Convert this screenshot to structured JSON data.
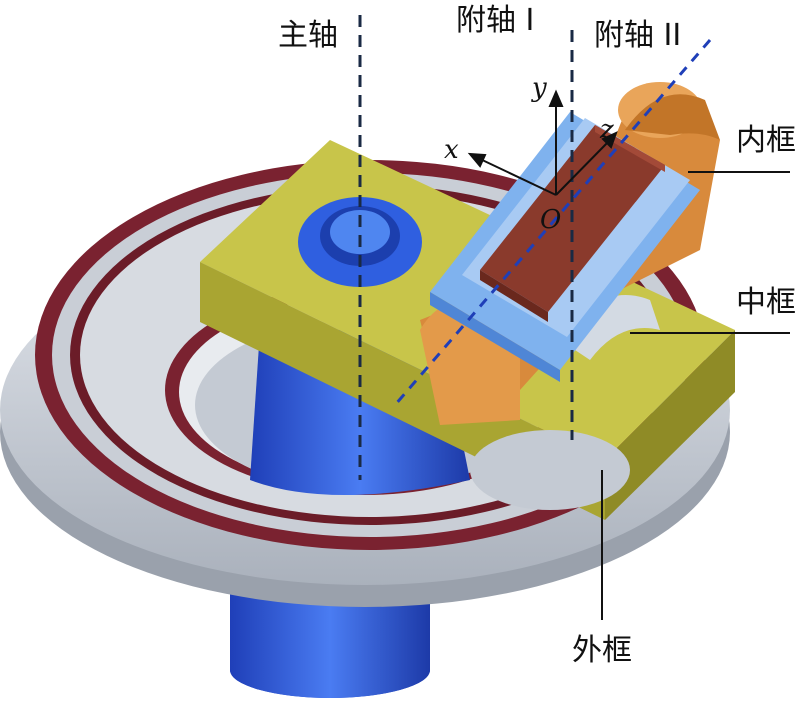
{
  "labels": {
    "main_axis": "主轴",
    "aux_axis_1": "附轴 I",
    "aux_axis_2": "附轴 II",
    "inner_frame": "内框",
    "middle_frame": "中框",
    "outer_frame": "外框"
  },
  "axes": {
    "x": "x",
    "y": "y",
    "z": "z",
    "origin": "O"
  },
  "colors": {
    "outer_ring_gray": "#c9ced6",
    "outer_ring_dark": "#7a2230",
    "base_blue": "#2f5fe0",
    "plate_olive": "#b5b03a",
    "bracket_orange": "#d88a3c",
    "inner_blue": "#7fb2ee",
    "inner_block": "#8a3a2c"
  }
}
